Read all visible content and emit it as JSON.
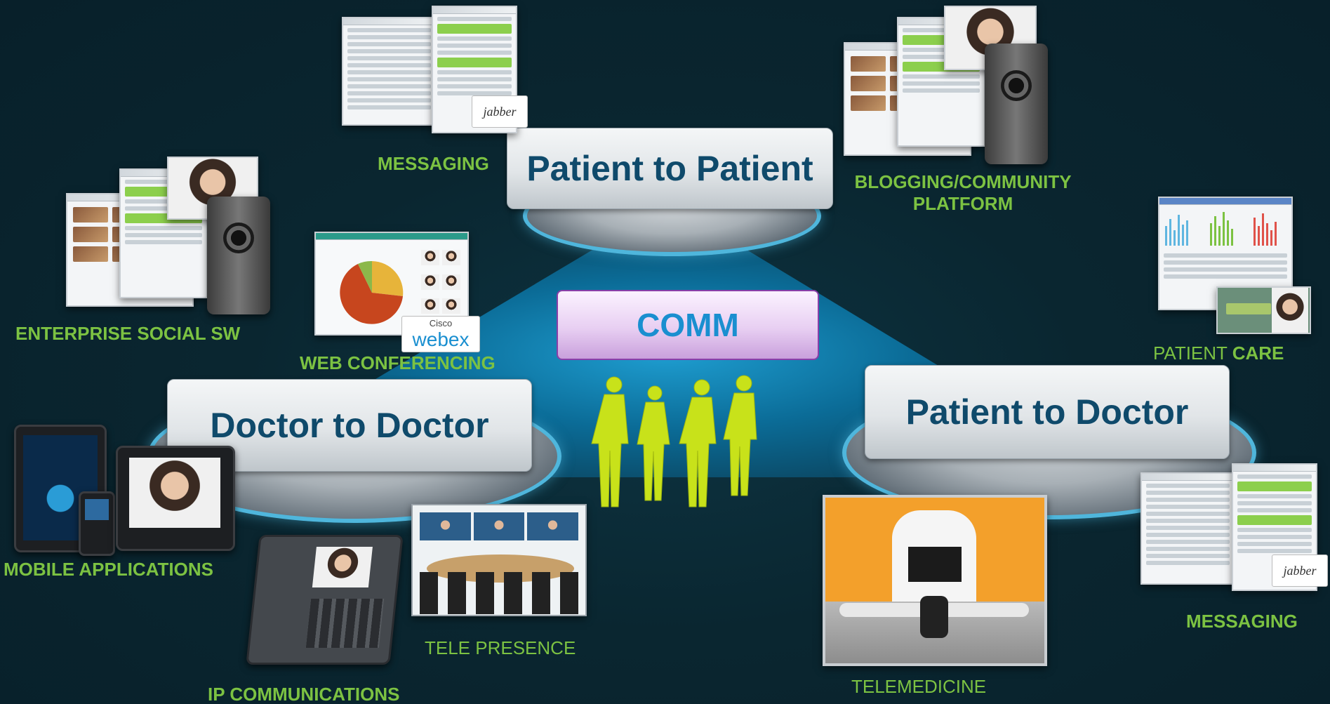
{
  "center": {
    "title": "COMM"
  },
  "groups": [
    {
      "id": "patient-patient",
      "title": "Patient to Patient"
    },
    {
      "id": "doctor-doctor",
      "title": "Doctor to Doctor"
    },
    {
      "id": "patient-doctor",
      "title": "Patient to Doctor"
    }
  ],
  "labels": {
    "messaging_top": "MESSAGING",
    "blogging_line1": "BLOGGING/COMMUNITY",
    "blogging_line2": "PLATFORM",
    "enterprise_social": "ENTERPRISE SOCIAL SW",
    "web_conferencing": "WEB CONFERENCING",
    "patient_care_a": "PATIENT ",
    "patient_care_b": "CARE",
    "mobile_applications": "MOBILE APPLICATIONS",
    "tele_presence": "TELE PRESENCE",
    "ip_communications": "IP COMMUNICATIONS",
    "telemedicine": "TELEMEDICINE",
    "messaging_right": "MESSAGING"
  },
  "brands": {
    "jabber": "jabber",
    "cisco": "Cisco",
    "webex": "webex"
  },
  "colors": {
    "background": "#0a2630",
    "label_green": "#7cc242",
    "title_blue": "#0f4a6b",
    "comm_blue": "#1a8fd0",
    "pad_rim": "#4fb6dc",
    "people": "#c8e21a"
  }
}
